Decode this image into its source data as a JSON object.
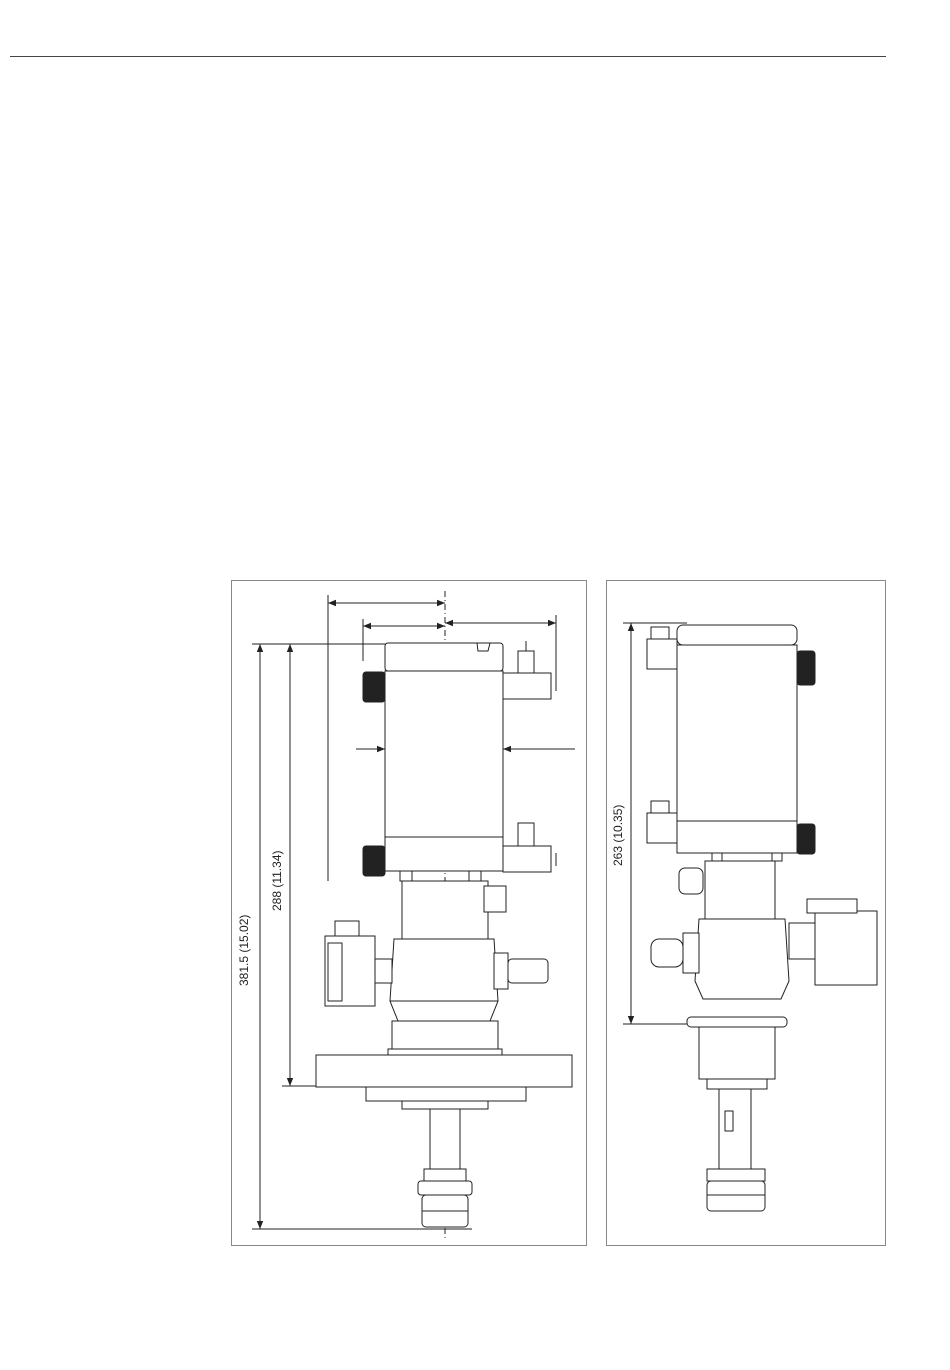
{
  "drawing": {
    "left_view": {
      "dim_overall_height": "381.5 (15.02)",
      "dim_flange_height": "288 (11.34)"
    },
    "right_view": {
      "dim_body_height": "263 (10.35)"
    }
  }
}
